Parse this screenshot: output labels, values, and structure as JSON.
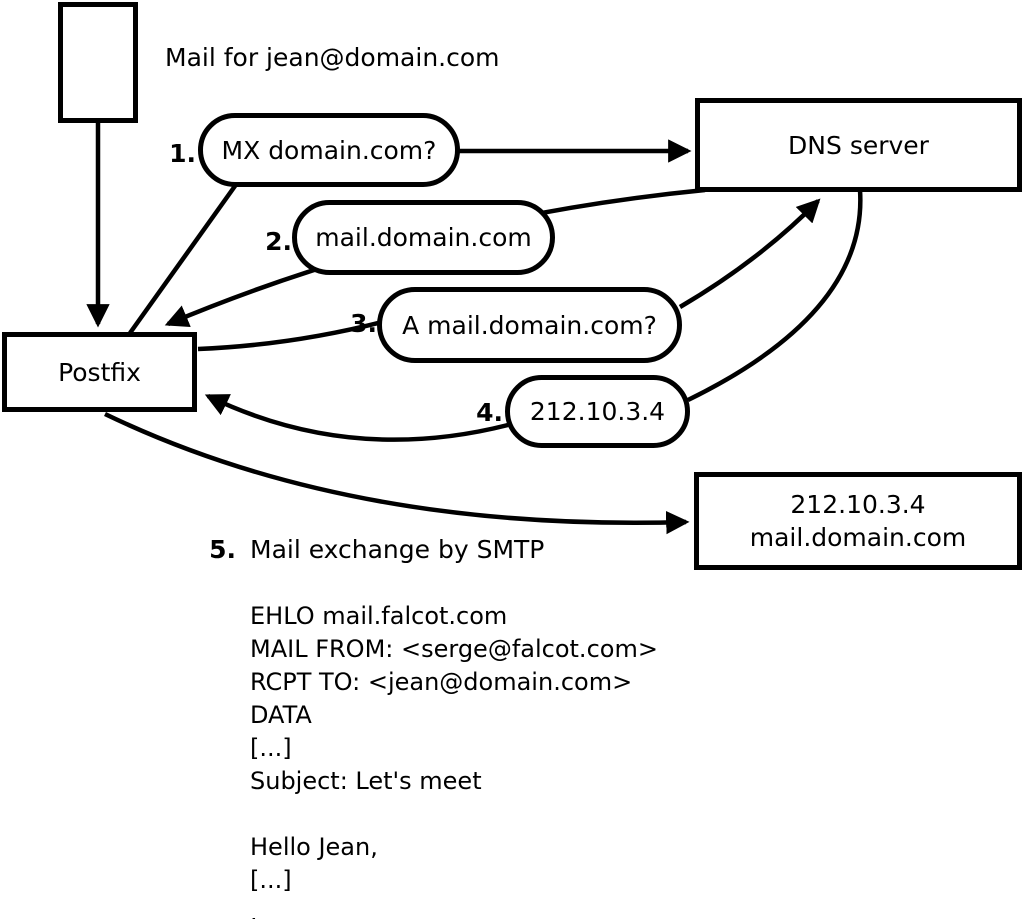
{
  "title": "Mail for jean@domain.com",
  "nodes": {
    "postfix": {
      "label": "Postfix"
    },
    "dns": {
      "label": "DNS server"
    },
    "mailserver": {
      "line1": "212.10.3.4",
      "line2": "mail.domain.com"
    }
  },
  "steps": [
    {
      "num": "1.",
      "label": "MX domain.com?"
    },
    {
      "num": "2.",
      "label": "mail.domain.com"
    },
    {
      "num": "3.",
      "label": "A mail.domain.com?"
    },
    {
      "num": "4.",
      "label": "212.10.3.4"
    },
    {
      "num": "5.",
      "label": "Mail exchange by SMTP"
    }
  ],
  "smtp_dialog": "EHLO mail.falcot.com\nMAIL FROM: <serge@falcot.com>\nRCPT TO: <jean@domain.com>\nDATA\n[...]\nSubject: Let's meet\n\nHello Jean,\n[...]\n.",
  "colors": {
    "stroke": "#000000",
    "background": "#ffffff"
  }
}
